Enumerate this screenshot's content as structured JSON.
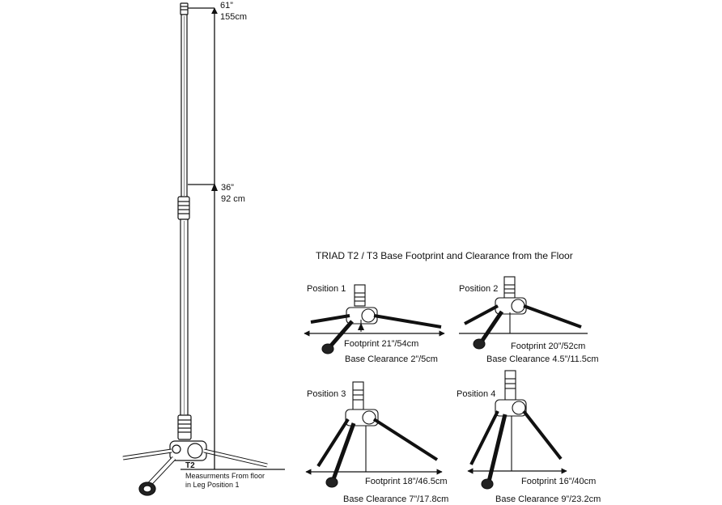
{
  "stand": {
    "label": "T2",
    "note_line1": "Measurments From floor",
    "note_line2": "in Leg Position 1",
    "max_height": {
      "in": "61”",
      "cm": "155cm"
    },
    "min_height": {
      "in": "36”",
      "cm": "92 cm"
    }
  },
  "section_title": "TRIAD T2 / T3 Base Footprint and Clearance from the Floor",
  "positions": [
    {
      "name": "Position 1",
      "footprint": "Footprint 21”/54cm",
      "clearance": "Base Clearance 2”/5cm"
    },
    {
      "name": "Position 2",
      "footprint": "Footprint 20”/52cm",
      "clearance": "Base Clearance 4.5”/11.5cm"
    },
    {
      "name": "Position 3",
      "footprint": "Footprint 18”/46.5cm",
      "clearance": "Base Clearance 7”/17.8cm"
    },
    {
      "name": "Position 4",
      "footprint": "Footprint 16”/40cm",
      "clearance": "Base Clearance 9”/23.2cm"
    }
  ]
}
